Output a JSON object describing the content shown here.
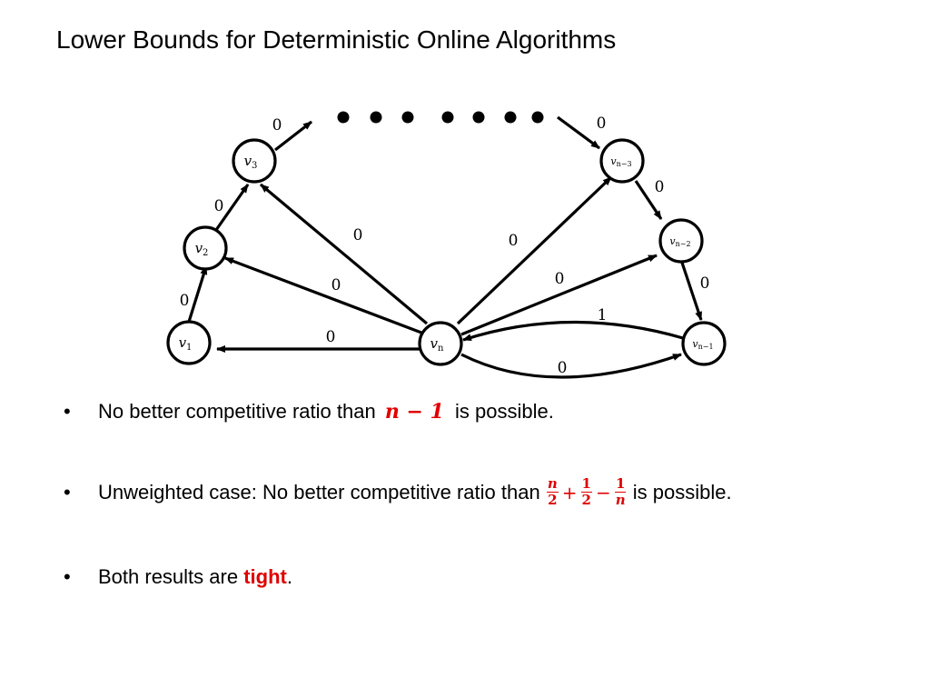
{
  "slide": {
    "title": "Lower Bounds for Deterministic Online Algorithms"
  },
  "graph": {
    "nodes": [
      {
        "id": "v1",
        "label": "v",
        "sub": "1"
      },
      {
        "id": "v2",
        "label": "v",
        "sub": "2"
      },
      {
        "id": "v3",
        "label": "v",
        "sub": "3"
      },
      {
        "id": "vn3",
        "label": "v",
        "sub": "n−3"
      },
      {
        "id": "vn2",
        "label": "v",
        "sub": "n−2"
      },
      {
        "id": "vn1",
        "label": "v",
        "sub": "n−1"
      },
      {
        "id": "vn",
        "label": "v",
        "sub": "n"
      }
    ],
    "edges": [
      {
        "from": "v1",
        "to": "v2",
        "weight": "0"
      },
      {
        "from": "v2",
        "to": "v3",
        "weight": "0"
      },
      {
        "from": "v3",
        "to": "ellipsis-left",
        "weight": "0"
      },
      {
        "from": "ellipsis-right",
        "to": "vn3",
        "weight": "0"
      },
      {
        "from": "vn3",
        "to": "vn2",
        "weight": "0"
      },
      {
        "from": "vn2",
        "to": "vn1",
        "weight": "0"
      },
      {
        "from": "vn",
        "to": "v1",
        "weight": "0"
      },
      {
        "from": "vn",
        "to": "v2",
        "weight": "0"
      },
      {
        "from": "vn",
        "to": "v3",
        "weight": "0"
      },
      {
        "from": "vn",
        "to": "vn3",
        "weight": "0"
      },
      {
        "from": "vn",
        "to": "vn2",
        "weight": "0"
      },
      {
        "from": "vn",
        "to": "vn1",
        "weight": "0"
      },
      {
        "from": "vn1",
        "to": "vn",
        "weight": "1"
      }
    ]
  },
  "bullets": [
    {
      "pre": "No better competitive ratio than ",
      "math": "n − 1",
      "post": " is possible."
    },
    {
      "pre": "Unweighted case: No better competitive ratio than ",
      "f1n": "n",
      "f1d": "2",
      "op1": "+",
      "f2n": "1",
      "f2d": "2",
      "op2": "−",
      "f3n": "1",
      "f3d": "n",
      "post": " is possible."
    },
    {
      "pre": "Both results are ",
      "emph": "tight",
      "post": "."
    }
  ],
  "colors": {
    "accent": "#e00000",
    "text": "#000000"
  }
}
